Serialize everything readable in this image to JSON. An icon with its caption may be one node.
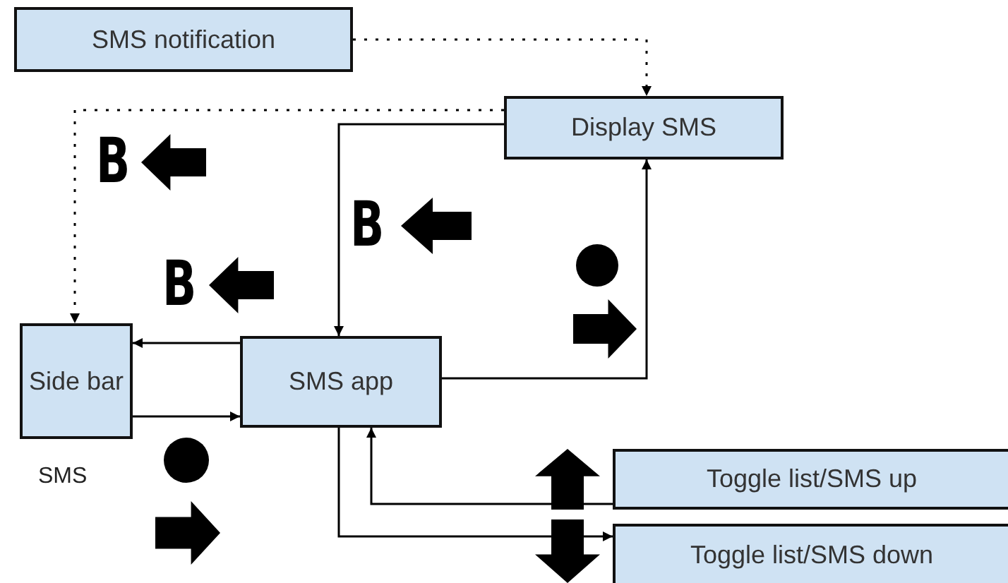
{
  "diagram": {
    "nodes": [
      {
        "text": [
          "SMS notification"
        ]
      },
      {
        "text": [
          "Display SMS"
        ]
      },
      {
        "text": [
          "Side bar"
        ],
        "beside": [
          "SMS"
        ]
      },
      {
        "text": [
          "SMS app"
        ]
      },
      {
        "text": [
          "Toggle list/SMS up"
        ]
      },
      {
        "text": [
          "Toggle list/SMS down"
        ]
      }
    ],
    "edges": [
      {
        "from": 0,
        "to": 1,
        "arrow": "to",
        "style": "dashed"
      },
      {
        "from": 1,
        "to": 2,
        "arrow": "to",
        "style": "dashed"
      },
      {
        "from": 1,
        "to": 3,
        "arrow": "to"
      },
      {
        "from": 3,
        "to": 1,
        "arrow": "to"
      },
      {
        "from": 3,
        "to": 2,
        "arrow": "to"
      },
      {
        "from": 2,
        "to": 3,
        "arrow": "to"
      },
      {
        "from": 4,
        "to": 3,
        "arrow": "to"
      },
      {
        "from": 3,
        "to": 5,
        "arrow": "to"
      }
    ],
    "labels": [
      "B",
      "B",
      "B"
    ]
  }
}
